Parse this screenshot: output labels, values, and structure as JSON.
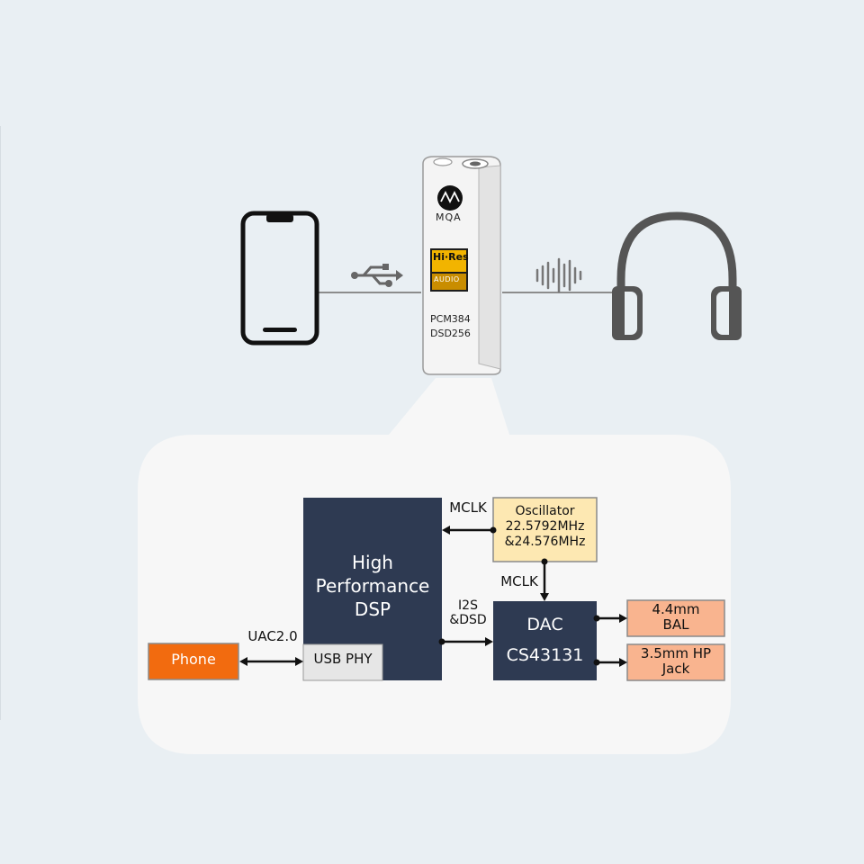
{
  "device": {
    "brand_mark": "MQA",
    "hires_top": "Hi·Res",
    "hires_bottom": "AUDIO",
    "spec_line1": "PCM384",
    "spec_line2": "DSD256"
  },
  "diagram": {
    "dsp_line1": "High",
    "dsp_line2": "Performance",
    "dsp_line3": "DSP",
    "usb_phy": "USB PHY",
    "phone": "Phone",
    "uac": "UAC2.0",
    "mclk_top": "MCLK",
    "mclk_side": "MCLK",
    "osc_line1": "Oscillator",
    "osc_line2": "22.5792MHz",
    "osc_line3": "&24.576MHz",
    "i2s_line1": "I2S",
    "i2s_line2": "&DSD",
    "dac_line1": "DAC",
    "dac_line2": "CS43131",
    "out1_line1": "4.4mm",
    "out1_line2": "BAL",
    "out2_line1": "3.5mm HP",
    "out2_line2": "Jack"
  },
  "colors": {
    "background": "#e9eff3",
    "card": "#f7f7f7",
    "dsp_block": "#2e3a52",
    "usb_phy_block": "#e6e6e6",
    "phone_block": "#f26b0f",
    "oscillator_block": "#fde8b2",
    "dac_block": "#2e3a52",
    "output_block": "#f9b48f"
  },
  "icons": [
    "smartphone-icon",
    "usb-icon",
    "sound-wave-icon",
    "headphones-icon"
  ]
}
